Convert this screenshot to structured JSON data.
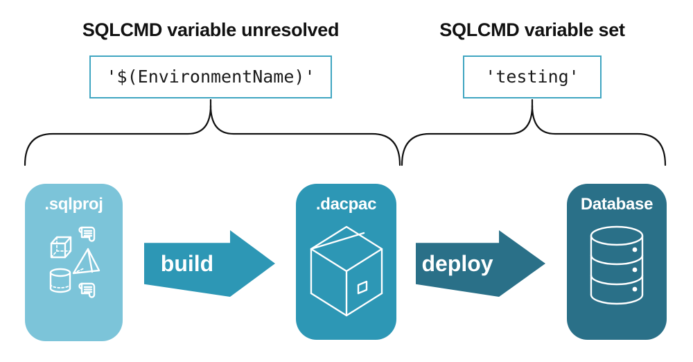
{
  "diagram": {
    "annotations": [
      {
        "heading": "SQLCMD variable unresolved",
        "value": "'$(EnvironmentName)'"
      },
      {
        "heading": "SQLCMD variable set",
        "value": "'testing'"
      }
    ],
    "stages": [
      {
        "label": ".sqlproj",
        "icon": "sql-objects-icon",
        "color": "#7CC4D9"
      },
      {
        "label": ".dacpac",
        "icon": "package-icon",
        "color": "#2D97B5"
      },
      {
        "label": "Database",
        "icon": "database-icon",
        "color": "#2A7088"
      }
    ],
    "transitions": [
      {
        "label": "build",
        "color": "#2D97B5"
      },
      {
        "label": "deploy",
        "color": "#2A7088"
      }
    ],
    "accent_border_color": "#3FA5C1",
    "brace_color": "#111111"
  }
}
